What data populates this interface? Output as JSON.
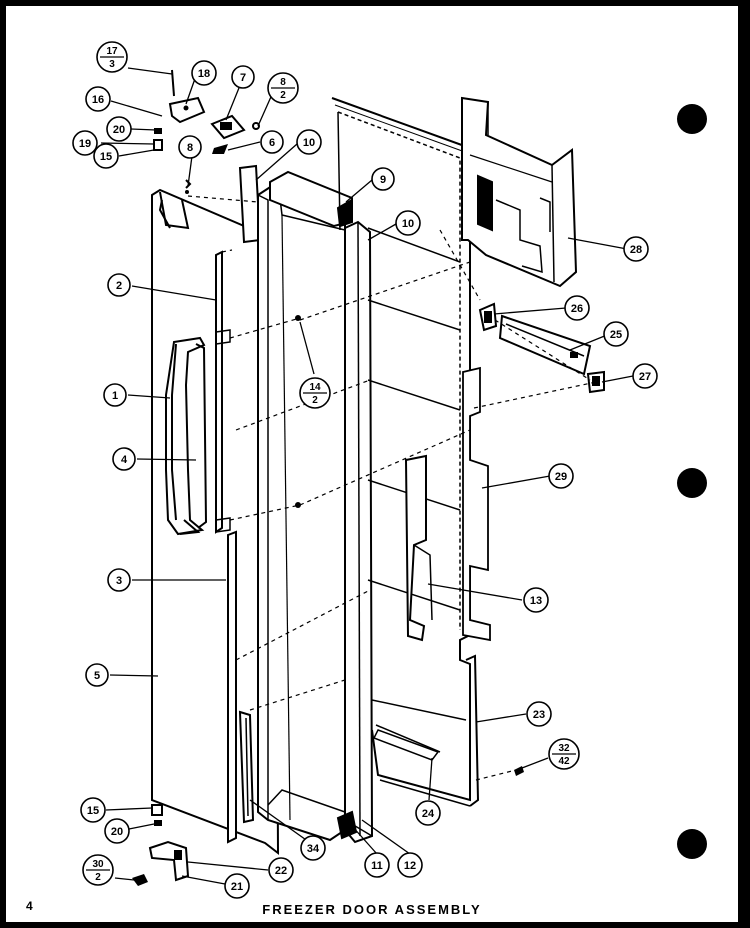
{
  "page": {
    "number": "4",
    "title": "FREEZER DOOR ASSEMBLY"
  },
  "callouts": [
    {
      "id": "c1",
      "label": "1"
    },
    {
      "id": "c2",
      "label": "2"
    },
    {
      "id": "c3",
      "label": "3"
    },
    {
      "id": "c4",
      "label": "4"
    },
    {
      "id": "c5",
      "label": "5"
    },
    {
      "id": "c6",
      "label": "6"
    },
    {
      "id": "c7",
      "label": "7"
    },
    {
      "id": "c8",
      "label": "8"
    },
    {
      "id": "c9",
      "label": "9"
    },
    {
      "id": "c10a",
      "label": "10"
    },
    {
      "id": "c10b",
      "label": "10"
    },
    {
      "id": "c11",
      "label": "11"
    },
    {
      "id": "c12",
      "label": "12"
    },
    {
      "id": "c13",
      "label": "13"
    },
    {
      "id": "c15a",
      "label": "15"
    },
    {
      "id": "c15b",
      "label": "15"
    },
    {
      "id": "c16",
      "label": "16"
    },
    {
      "id": "c18",
      "label": "18"
    },
    {
      "id": "c19",
      "label": "19"
    },
    {
      "id": "c20a",
      "label": "20"
    },
    {
      "id": "c20b",
      "label": "20"
    },
    {
      "id": "c21",
      "label": "21"
    },
    {
      "id": "c22",
      "label": "22"
    },
    {
      "id": "c23",
      "label": "23"
    },
    {
      "id": "c24",
      "label": "24"
    },
    {
      "id": "c25",
      "label": "25"
    },
    {
      "id": "c26",
      "label": "26"
    },
    {
      "id": "c27",
      "label": "27"
    },
    {
      "id": "c28",
      "label": "28"
    },
    {
      "id": "c29",
      "label": "29"
    },
    {
      "id": "c34",
      "label": "34"
    }
  ],
  "fractions": [
    {
      "id": "f17",
      "top": "17",
      "bottom": "3"
    },
    {
      "id": "f8",
      "top": "8",
      "bottom": "2"
    },
    {
      "id": "f14",
      "top": "14",
      "bottom": "2"
    },
    {
      "id": "f32",
      "top": "32",
      "bottom": "42"
    },
    {
      "id": "f30",
      "top": "30",
      "bottom": "2"
    }
  ]
}
